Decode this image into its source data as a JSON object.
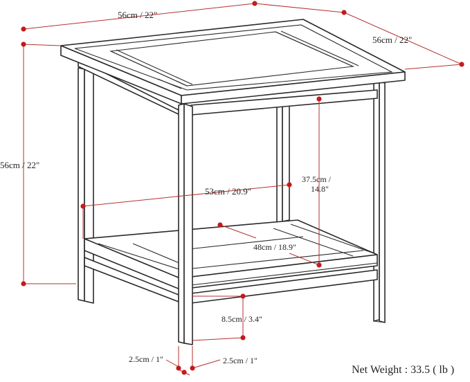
{
  "dimensions": {
    "top_width": "56cm / 22\"",
    "top_depth": "56cm / 22\"",
    "total_height": "56cm / 22\"",
    "inner_width": "53cm / 20.9\"",
    "shelf_clearance_line1": "37.5cm /",
    "shelf_clearance_line2": "14.8\"",
    "shelf_depth": "48cm / 18.9\"",
    "floor_clearance": "8.5cm / 3.4\"",
    "leg_width_a": "2.5cm / 1\"",
    "leg_width_b": "2.5cm / 1\""
  },
  "net_weight": "Net Weight : 33.5 ( lb )",
  "colors": {
    "line": "#2a2a2a",
    "dimension": "#c41a1a"
  }
}
